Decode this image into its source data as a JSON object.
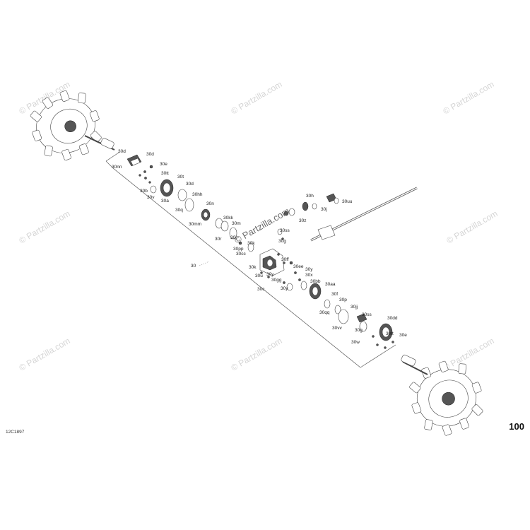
{
  "watermark_text": "© Partzilla.com",
  "diagram_code": "12C1897",
  "page_number": "100",
  "assembly_label": "30",
  "part_labels": [
    "30d",
    "30d",
    "30e",
    "30nn",
    "30tt",
    "30t",
    "30d",
    "30b",
    "30v",
    "30a",
    "30hh",
    "30n",
    "30q",
    "30kk",
    "30mm",
    "30m",
    "30r",
    "30j",
    "30k",
    "30pp",
    "30cc",
    "30k",
    "30u",
    "30y",
    "30ff",
    "30ee",
    "30x",
    "30y",
    "30gg",
    "30y",
    "30c",
    "30bb",
    "30aa",
    "30f",
    "30p",
    "30qq",
    "30jj",
    "30vv",
    "30g",
    "30ss",
    "30dd",
    "30w",
    "30tt",
    "30e",
    "30h",
    "30j",
    "30uu",
    "30z",
    "30ss",
    "30g"
  ]
}
